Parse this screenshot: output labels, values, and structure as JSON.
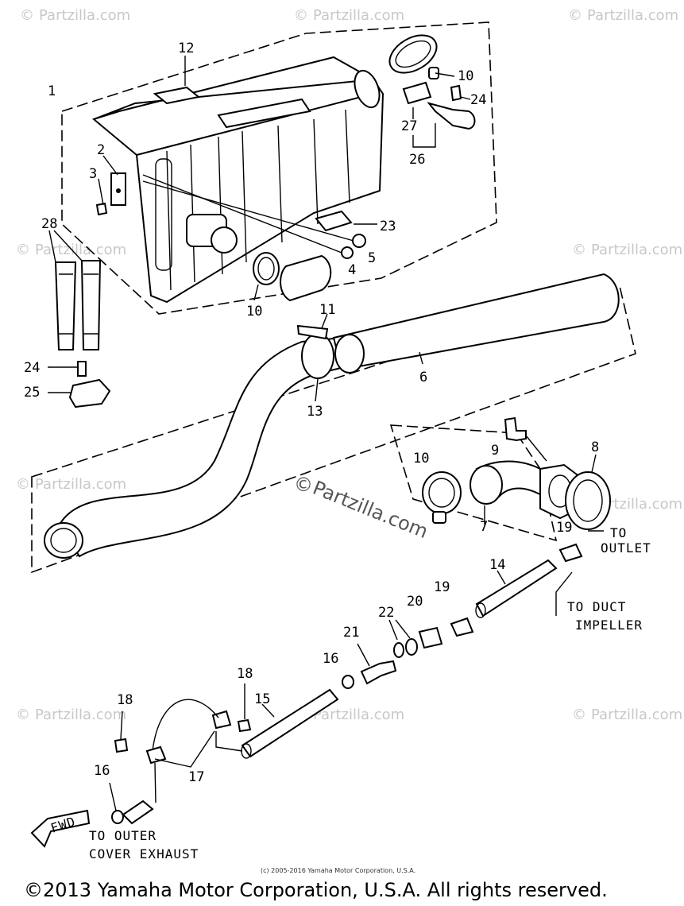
{
  "watermark": {
    "symbol": "©",
    "text": "Partzilla.com",
    "center_text": "Partzilla.com"
  },
  "callouts": {
    "c1": "1",
    "c2": "2",
    "c3": "3",
    "c4": "4",
    "c5": "5",
    "c6": "6",
    "c7": "7",
    "c8": "8",
    "c9": "9",
    "c10a": "10",
    "c10b": "10",
    "c10c": "10",
    "c11": "11",
    "c12": "12",
    "c13": "13",
    "c14": "14",
    "c15": "15",
    "c16a": "16",
    "c16b": "16",
    "c17": "17",
    "c18a": "18",
    "c18b": "18",
    "c19a": "19",
    "c19b": "19",
    "c20": "20",
    "c21": "21",
    "c22": "22",
    "c23": "23",
    "c24a": "24",
    "c24b": "24",
    "c25": "25",
    "c26": "26",
    "c27": "27",
    "c28": "28"
  },
  "notes": {
    "to_outlet_1": "TO",
    "to_outlet_2": "OUTLET",
    "to_duct_1": "TO DUCT",
    "to_duct_2": "IMPELLER",
    "to_outer_1": "TO OUTER",
    "to_outer_2": "COVER EXHAUST",
    "fwd": "FWD"
  },
  "footer": {
    "small_copyright": "(c) 2005-2016 Yamaha Motor Corporation, U.S.A.",
    "copyright": "©2013 Yamaha Motor Corporation, U.S.A. All rights reserved."
  }
}
